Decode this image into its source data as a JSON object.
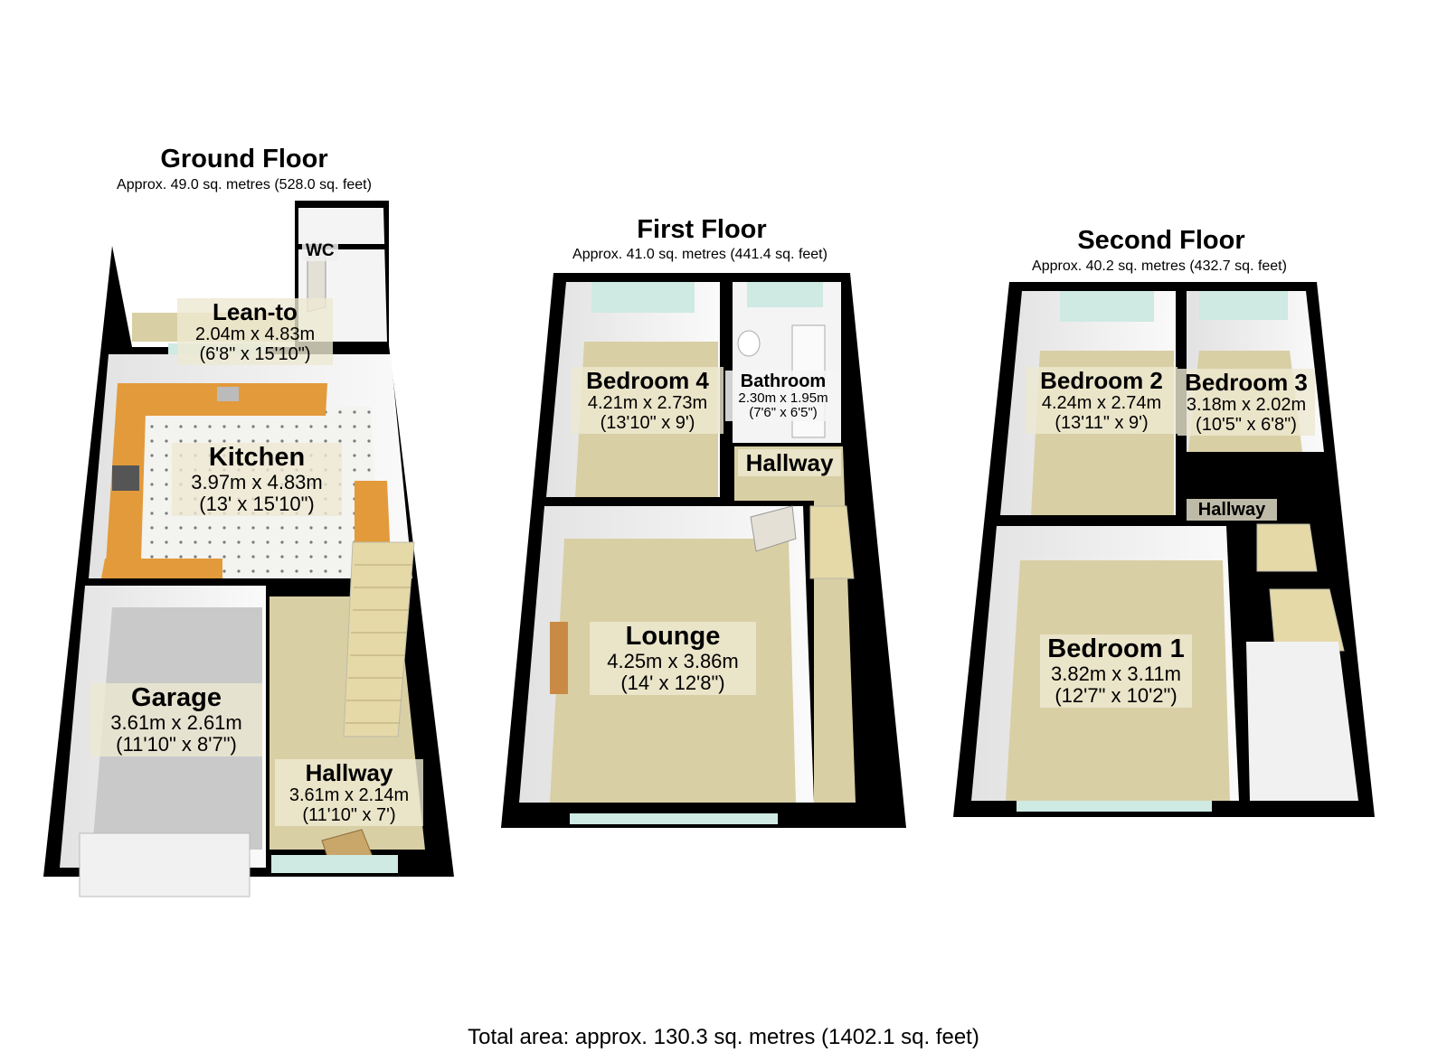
{
  "floors": [
    {
      "name": "Ground Floor",
      "area": "Approx. 49.0 sq. metres (528.0 sq. feet)",
      "rooms": [
        {
          "name": "WC",
          "metric": "",
          "imperial": ""
        },
        {
          "name": "Lean-to",
          "metric": "2.04m x 4.83m",
          "imperial": "(6'8\" x 15'10\")"
        },
        {
          "name": "Kitchen",
          "metric": "3.97m x 4.83m",
          "imperial": "(13' x 15'10\")"
        },
        {
          "name": "Garage",
          "metric": "3.61m x 2.61m",
          "imperial": "(11'10\" x 8'7\")"
        },
        {
          "name": "Hallway",
          "metric": "3.61m x 2.14m",
          "imperial": "(11'10\" x 7')"
        }
      ]
    },
    {
      "name": "First Floor",
      "area": "Approx. 41.0 sq. metres (441.4 sq. feet)",
      "rooms": [
        {
          "name": "Bedroom 4",
          "metric": "4.21m x 2.73m",
          "imperial": "(13'10\" x 9')"
        },
        {
          "name": "Bathroom",
          "metric": "2.30m x 1.95m",
          "imperial": "(7'6\" x 6'5\")"
        },
        {
          "name": "Hallway",
          "metric": "",
          "imperial": ""
        },
        {
          "name": "Lounge",
          "metric": "4.25m x 3.86m",
          "imperial": "(14' x 12'8\")"
        }
      ]
    },
    {
      "name": "Second Floor",
      "area": "Approx. 40.2 sq. metres (432.7 sq. feet)",
      "rooms": [
        {
          "name": "Bedroom 2",
          "metric": "4.24m x 2.74m",
          "imperial": "(13'11\" x 9')"
        },
        {
          "name": "Bedroom 3",
          "metric": "3.18m x 2.02m",
          "imperial": "(10'5\" x 6'8\")"
        },
        {
          "name": "Hallway",
          "metric": "",
          "imperial": ""
        },
        {
          "name": "Bedroom 1",
          "metric": "3.82m x 3.11m",
          "imperial": "(12'7\" x 10'2\")"
        }
      ]
    }
  ],
  "total_area": "Total area: approx. 130.3 sq. metres (1402.1 sq. feet)",
  "colors": {
    "wall": "#000000",
    "carpet": "#d9cfa4",
    "wall_face": "#f1f1f1",
    "worktop": "#e39a3b",
    "tile": "#f2f2ef",
    "garage_floor": "#c9c9c9",
    "window": "#cfe9e3",
    "door": "#e4e0d6",
    "stair": "#e6d9a8"
  }
}
